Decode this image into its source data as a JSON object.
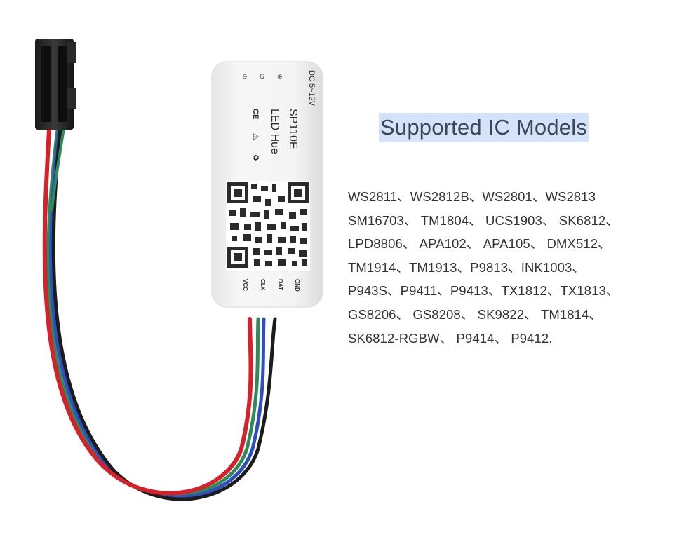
{
  "heading": {
    "text": "Supported IC Models",
    "highlight_color": "#d5e3fa"
  },
  "ic_models": {
    "lines": [
      "WS2811、WS2812B、WS2801、WS2813",
      "SM16703、 TM1804、 UCS1903、 SK6812、",
      "LPD8806、 APA102、 APA105、 DMX512、",
      "TM1914、TM1913、P9813、INK1003、",
      "P943S、P9411、P9413、TX1812、TX1813、",
      "GS8206、 GS8208、 SK9822、 TM1814、",
      "SK6812-RGBW、 P9414、 P9412."
    ]
  },
  "device": {
    "model": "SP110E",
    "name": "LED Hue",
    "voltage": "DC 5~12V",
    "pins": [
      "GND",
      "DAT",
      "CLK",
      "VCC"
    ],
    "terminal_symbols": [
      "⊖",
      "G",
      "⊕"
    ],
    "marks": [
      "CE",
      "⚠",
      "♻"
    ],
    "wire_colors": {
      "red": "#d6202a",
      "green": "#2f8a5a",
      "blue": "#2f4fbf",
      "black": "#1c1c1c"
    }
  }
}
